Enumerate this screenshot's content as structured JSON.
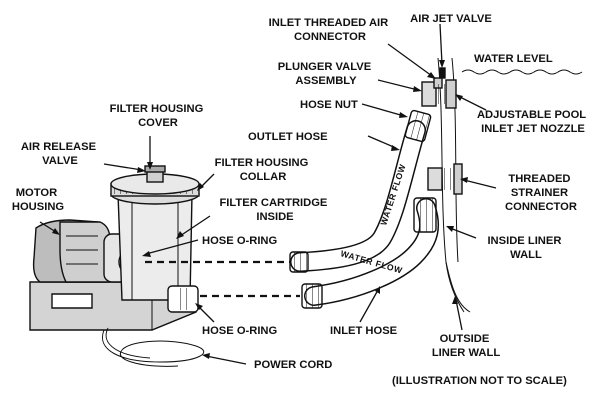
{
  "labels": {
    "inlet_threaded_air_connector": [
      "INLET THREADED AIR",
      "CONNECTOR"
    ],
    "air_jet_valve": "AIR JET VALVE",
    "water_level": "WATER LEVEL",
    "plunger_valve_assembly": [
      "PLUNGER VALVE",
      "ASSEMBLY"
    ],
    "hose_nut": "HOSE NUT",
    "adjustable_pool_inlet_jet_nozzle": [
      "ADJUSTABLE POOL",
      "INLET JET NOZZLE"
    ],
    "filter_housing_cover": [
      "FILTER HOUSING",
      "COVER"
    ],
    "outlet_hose": "OUTLET HOSE",
    "air_release_valve": [
      "AIR RELEASE",
      "VALVE"
    ],
    "filter_housing_collar": [
      "FILTER HOUSING",
      "COLLAR"
    ],
    "threaded_strainer_connector": [
      "THREADED",
      "STRAINER",
      "CONNECTOR"
    ],
    "motor_housing": [
      "MOTOR",
      "HOUSING"
    ],
    "filter_cartridge_inside": [
      "FILTER CARTRIDGE",
      "INSIDE"
    ],
    "inside_liner_wall": [
      "INSIDE LINER",
      "WALL"
    ],
    "hose_o_ring_top": "HOSE O-RING",
    "hose_o_ring_bottom": "HOSE O-RING",
    "inlet_hose": "INLET HOSE",
    "outside_liner_wall": [
      "OUTSIDE",
      "LINER WALL"
    ],
    "power_cord": "POWER CORD",
    "scale_note": "(ILLUSTRATION NOT TO SCALE)"
  },
  "hose_text": {
    "outlet_flow": "WATER FLOW",
    "inlet_flow": "WATER FLOW"
  },
  "colors": {
    "ink": "#111111",
    "motor_fill": "#c9c9c9",
    "housing_fill": "#ececec",
    "hose_fill": "#ffffff"
  }
}
